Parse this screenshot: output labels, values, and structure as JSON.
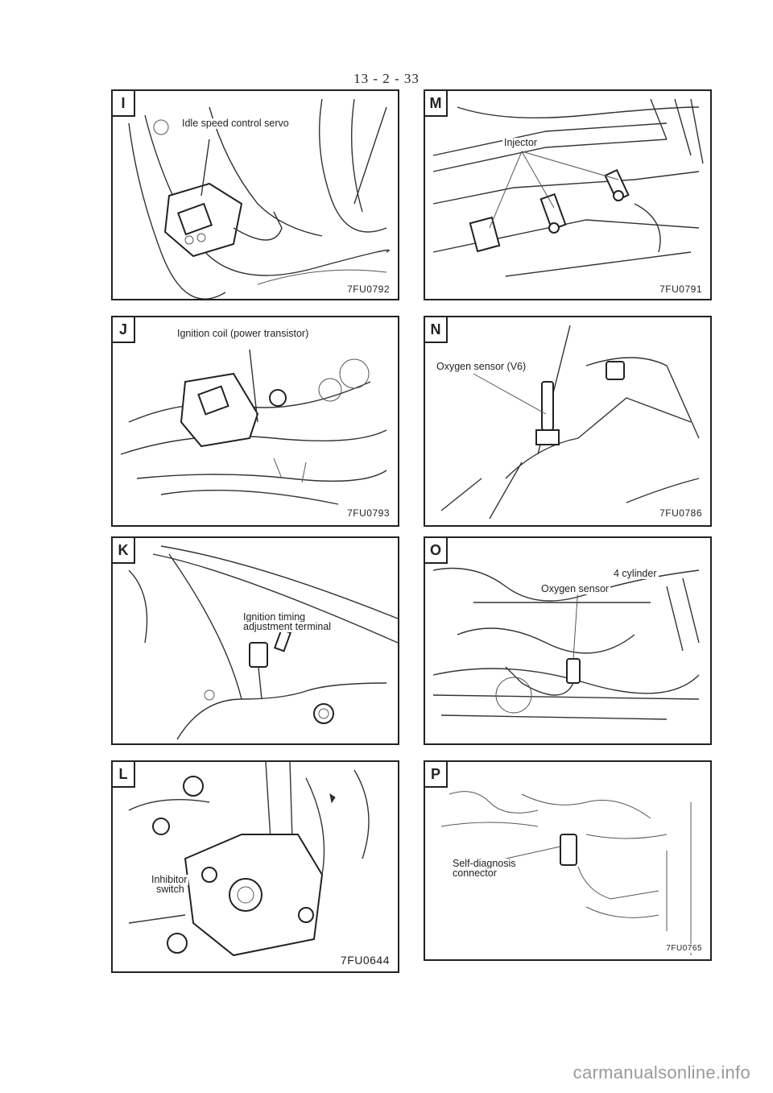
{
  "page_number": "13 - 2 - 33",
  "panels": [
    {
      "letter": "I",
      "label": "Idle speed control servo",
      "code": "7FU0792"
    },
    {
      "letter": "M",
      "label": "Injector",
      "code": "7FU0791"
    },
    {
      "letter": "J",
      "label": "Ignition coil (power transistor)",
      "code": "7FU0793"
    },
    {
      "letter": "N",
      "label": "Oxygen sensor (V6)",
      "code": "7FU0786"
    },
    {
      "letter": "K",
      "label_line1": "Ignition timing",
      "label_line2": "adjustment terminal"
    },
    {
      "letter": "O",
      "label_extra": "4 cylinder",
      "label": "Oxygen sensor"
    },
    {
      "letter": "L",
      "label_line1": "Inhibitor",
      "label_line2": "switch",
      "code": "7FU0644"
    },
    {
      "letter": "P",
      "label_line1": "Self-diagnosis",
      "label_line2": "connector",
      "code": "7FU0765"
    }
  ],
  "watermark": "carmanualsonline.info"
}
